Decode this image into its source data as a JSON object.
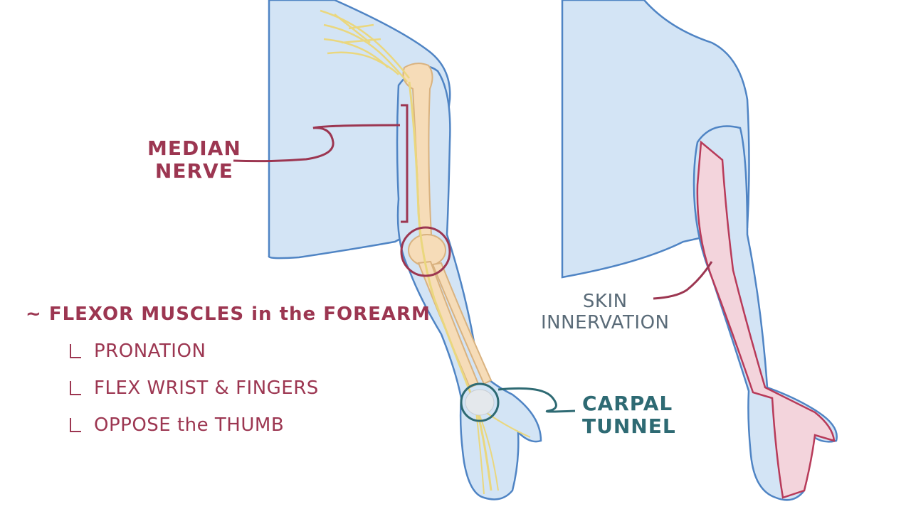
{
  "labels": {
    "median_nerve_line1": "MEDIAN",
    "median_nerve_line2": "NERVE",
    "flexor_header": "~ FLEXOR MUSCLES in the FOREARM",
    "functions": [
      "PRONATION",
      "FLEX WRIST & FINGERS",
      "OPPOSE the THUMB"
    ],
    "carpal_line1": "CARPAL",
    "carpal_line2": "TUNNEL",
    "skin_line1": "SKIN",
    "skin_line2": "INNERVATION"
  },
  "colors": {
    "skin_fill": "#d3e4f5",
    "skin_outline": "#4f84c4",
    "bone_fill": "#f6dcb8",
    "bone_outline": "#d9b27f",
    "nerve": "#ead77e",
    "wine": "#9c3651",
    "teal": "#2e6a73",
    "innervation_fill": "#f3d4dc",
    "innervation_outline": "#b83a59"
  }
}
